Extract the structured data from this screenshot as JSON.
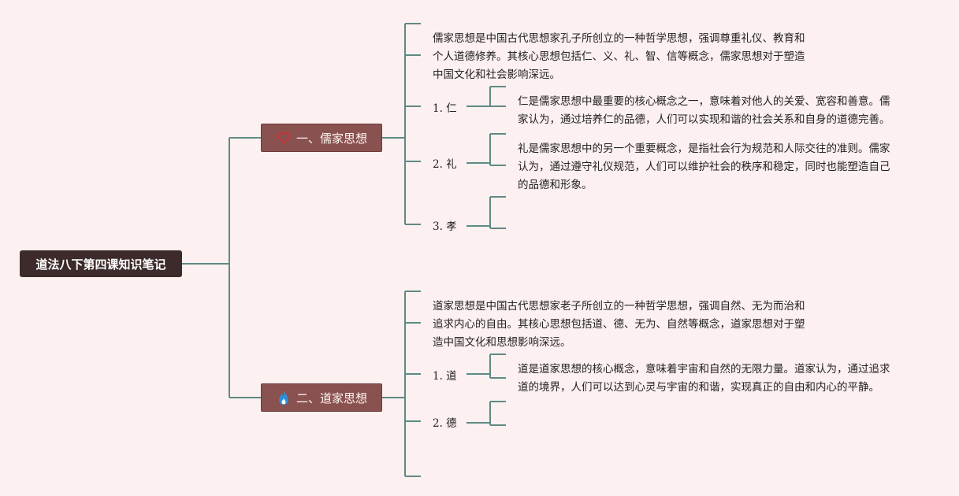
{
  "colors": {
    "background": "#fdf0f0",
    "root_fill": "#3d2b2b",
    "branch_fill": "#8a5151",
    "connector": "#5f8a84",
    "heart_icon": "#cc3030",
    "fire_icon": "#2f8fd6"
  },
  "root": {
    "title": "道法八下第四课知识笔记"
  },
  "branches": [
    {
      "icon": "heart-icon",
      "title": "一、儒家思想",
      "intro": [
        "儒家思想是中国古代思想家孔子所创立的一种哲学思想，强调尊重礼仪、教育和",
        "个人道德修养。其核心思想包括仁、义、礼、智、信等概念，儒家思想对于塑造",
        "中国文化和社会影响深远。"
      ],
      "items": [
        {
          "label": "1. 仁",
          "detail": [
            "仁是儒家思想中最重要的核心概念之一，意味着对他人的关爱、宽容和善意。儒",
            "家认为，通过培养仁的品德，人们可以实现和谐的社会关系和自身的道德完善。"
          ]
        },
        {
          "label": "2. 礼",
          "detail": [
            "礼是儒家思想中的另一个重要概念，是指社会行为规范和人际交往的准则。儒家",
            "认为，通过遵守礼仪规范，人们可以维护社会的秩序和稳定，同时也能塑造自己",
            "的品德和形象。"
          ]
        },
        {
          "label": "3. 孝"
        }
      ]
    },
    {
      "icon": "fire-icon",
      "title": "二、道家思想",
      "intro": [
        "道家思想是中国古代思想家老子所创立的一种哲学思想，强调自然、无为而治和",
        "追求内心的自由。其核心思想包括道、德、无为、自然等概念，道家思想对于塑",
        "造中国文化和思想影响深远。"
      ],
      "items": [
        {
          "label": "1. 道",
          "detail": [
            "道是道家思想的核心概念，意味着宇宙和自然的无限力量。道家认为，通过追求",
            "道的境界，人们可以达到心灵与宇宙的和谐，实现真正的自由和内心的平静。"
          ]
        },
        {
          "label": "2. 德"
        }
      ]
    }
  ]
}
